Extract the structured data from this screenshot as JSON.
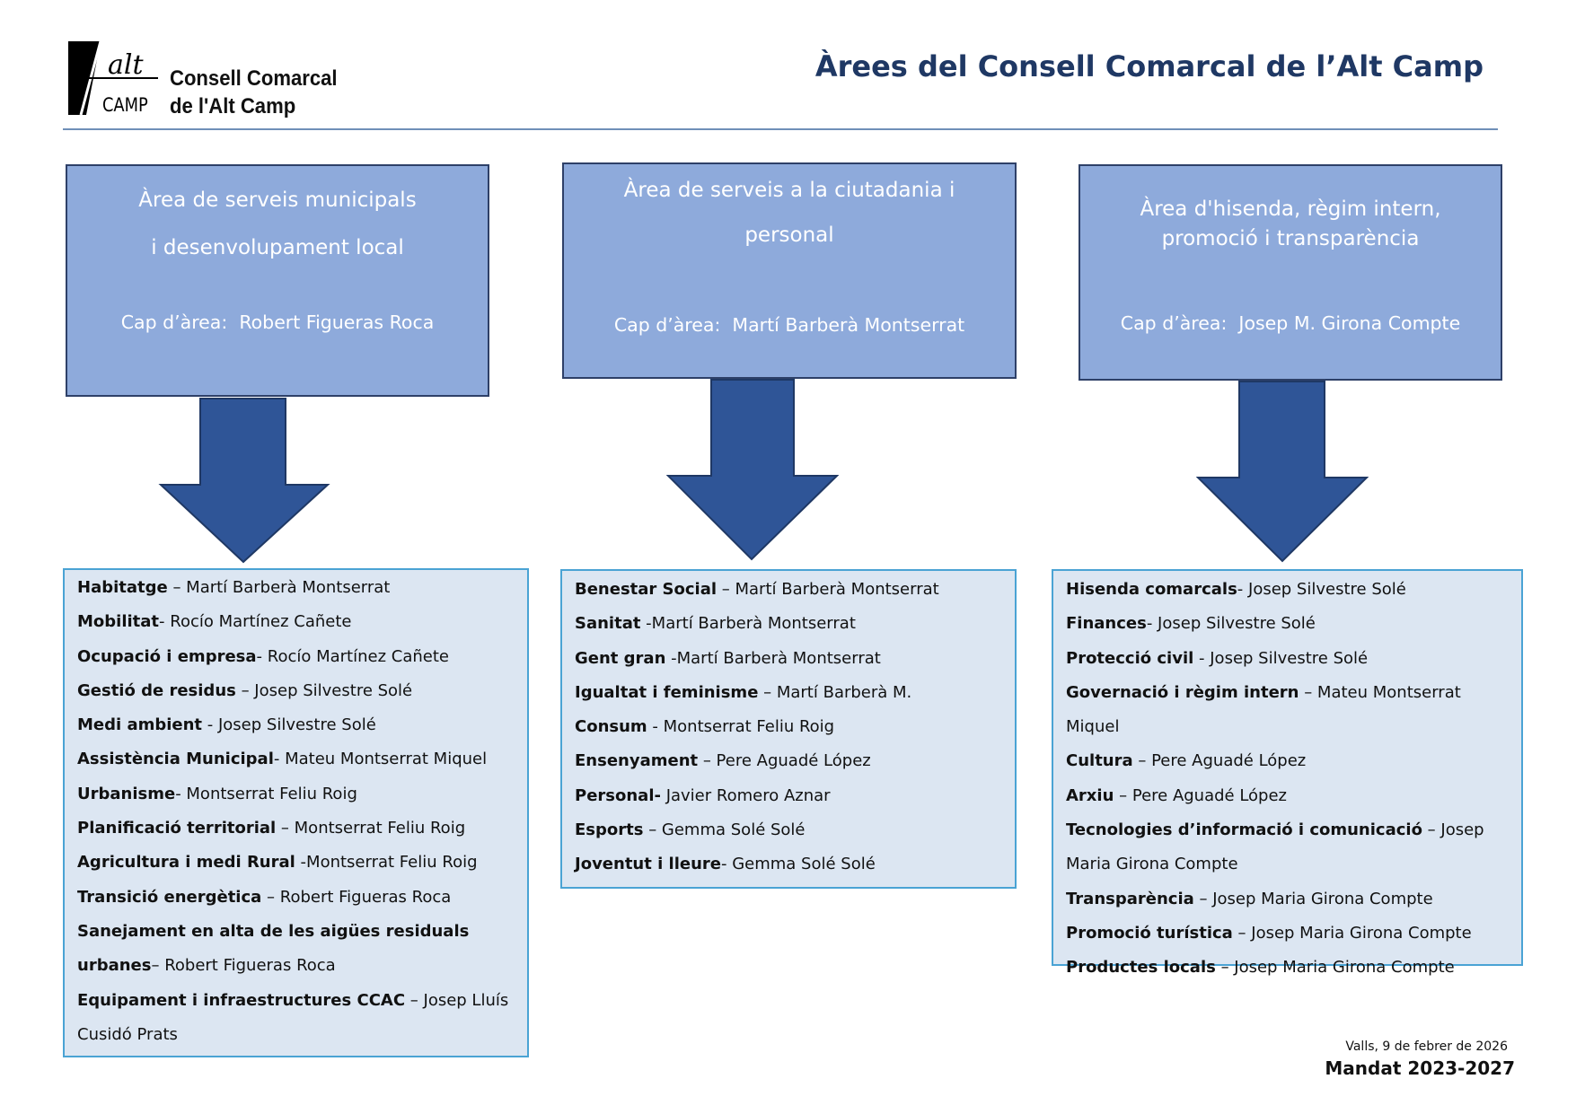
{
  "header": {
    "logo_text_line1": "Consell Comarcal",
    "logo_text_line2": "de l'Alt Camp",
    "logo_mark": "alt CAMP",
    "title": "Àrees del Consell Comarcal de l’Alt Camp"
  },
  "areas": [
    {
      "title": "Àrea de serveis municipals\ni desenvolupament local",
      "head_label": "Cap d’àrea:",
      "head_name": "Robert Figueras Roca",
      "items": [
        {
          "label": "Habitatge",
          "text": " – Martí Barberà  Montserrat"
        },
        {
          "label": "Mobilitat",
          "text": "- Rocío Martínez Cañete"
        },
        {
          "label": "Ocupació i empresa",
          "text": "- Rocío Martínez Cañete"
        },
        {
          "label": "Gestió de residus",
          "text": " – Josep Silvestre Solé"
        },
        {
          "label": "Medi ambient",
          "text": " - Josep Silvestre Solé"
        },
        {
          "label": "Assistència Municipal",
          "text": "- Mateu Montserrat Miquel"
        },
        {
          "label": "Urbanisme",
          "text": "- Montserrat Feliu Roig"
        },
        {
          "label": "Planificació territorial",
          "text": " – Montserrat Feliu Roig"
        },
        {
          "label": "Agricultura i medi Rural",
          "text": " -Montserrat Feliu Roig"
        },
        {
          "label": "Transició energètica",
          "text": " – Robert Figueras Roca"
        },
        {
          "label": "Sanejament en alta de les aigües residuals urbanes",
          "text": "– Robert Figueras Roca"
        },
        {
          "label": "Equipament i infraestructures CCAC",
          "text": " – Josep Lluís Cusidó Prats"
        }
      ]
    },
    {
      "title": "Àrea de serveis a la ciutadania i\npersonal",
      "head_label": "Cap d’àrea:",
      "head_name": "Martí Barberà Montserrat",
      "items": [
        {
          "label": "Benestar Social",
          "text": " – Martí Barberà  Montserrat"
        },
        {
          "label": "Sanitat",
          "text": " -Martí Barberà Montserrat"
        },
        {
          "label": "Gent gran",
          "text": " -Martí Barberà Montserrat"
        },
        {
          "label": "Igualtat i feminisme",
          "text": " – Martí Barberà M."
        },
        {
          "label": "Consum",
          "text": " - Montserrat Feliu Roig"
        },
        {
          "label": "Ensenyament",
          "text": " – Pere Aguadé López"
        },
        {
          "label": "Personal-",
          "text": " Javier Romero Aznar"
        },
        {
          "label": "Esports",
          "text": " – Gemma Solé Solé"
        },
        {
          "label": "Joventut i lleure",
          "text": "- Gemma Solé Solé"
        }
      ]
    },
    {
      "title": "Àrea d'hisenda, règim intern,\npromoció i transparència",
      "head_label": "Cap d’àrea:",
      "head_name": "Josep M. Girona Compte",
      "items": [
        {
          "label": "Hisenda comarcals",
          "text": "- Josep Silvestre  Solé"
        },
        {
          "label": "Finances",
          "text": "- Josep Silvestre Solé"
        },
        {
          "label": "Protecció civil",
          "text": " - Josep Silvestre Solé"
        },
        {
          "label": "Governació i règim intern",
          "text": " – Mateu Montserrat Miquel"
        },
        {
          "label": "Cultura",
          "text": " – Pere Aguadé López"
        },
        {
          "label": "Arxiu",
          "text": "  – Pere Aguadé López"
        },
        {
          "label": "Tecnologies d’informació i comunicació",
          "text": " – Josep Maria Girona Compte"
        },
        {
          "label": "Transparència",
          "text": " – Josep Maria Girona Compte"
        },
        {
          "label": "Promoció turística",
          "text": "  – Josep Maria Girona  Compte"
        },
        {
          "label": "Productes locals",
          "text": " – Josep Maria Girona Compte"
        }
      ]
    }
  ],
  "footer": {
    "date": "Valls, 9 de febrer de 2026",
    "mandat": "Mandat 2023-2027"
  },
  "colors": {
    "area_fill": "#8eaadb",
    "area_border": "#2e4068",
    "arrow": "#2f5597",
    "list_fill": "#dce6f2",
    "list_border": "#4aa3d4",
    "title": "#1f3864"
  }
}
